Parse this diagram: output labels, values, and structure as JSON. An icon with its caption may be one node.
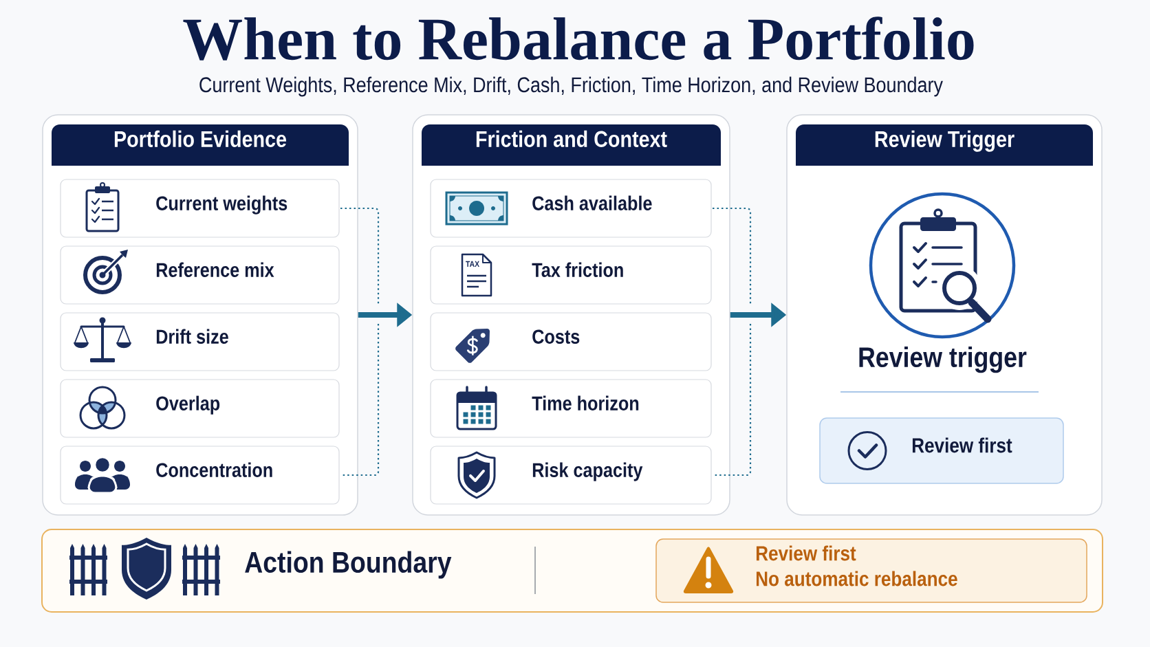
{
  "diagram": {
    "title": "When to Rebalance a Portfolio",
    "nodes": [
      {
        "text": [
          "Portfolio Evidence"
        ]
      },
      {
        "text": [
          "Current weights"
        ],
        "in": 0
      },
      {
        "text": [
          "Reference mix"
        ],
        "in": 0
      },
      {
        "text": [
          "Drift size"
        ],
        "in": 0
      },
      {
        "text": [
          "Overlap"
        ],
        "in": 0
      },
      {
        "text": [
          "Concentration"
        ],
        "in": 0
      },
      {
        "text": [
          "Friction and Context"
        ]
      },
      {
        "text": [
          "Cash available"
        ],
        "in": 6
      },
      {
        "text": [
          "Tax friction"
        ],
        "in": 6
      },
      {
        "text": [
          "Costs"
        ],
        "in": 6
      },
      {
        "text": [
          "Time horizon"
        ],
        "in": 6
      },
      {
        "text": [
          "Risk capacity"
        ],
        "in": 6
      },
      {
        "text": [
          "Review Trigger",
          "Review trigger"
        ]
      },
      {
        "text": [
          "Review first"
        ],
        "in": 12
      },
      {
        "text": [
          "Action Boundary"
        ]
      },
      {
        "text": [
          "Review first",
          "No automatic rebalance"
        ],
        "in": 14
      }
    ],
    "edges": [
      {
        "from": 0,
        "to": 6,
        "arrow": "to"
      },
      {
        "from": 6,
        "to": 12,
        "arrow": "to"
      }
    ],
    "labels": [
      "Current Weights, Reference Mix, Drift, Cash, Friction, Time Horizon, and Review Boundary",
      "TAX"
    ]
  }
}
